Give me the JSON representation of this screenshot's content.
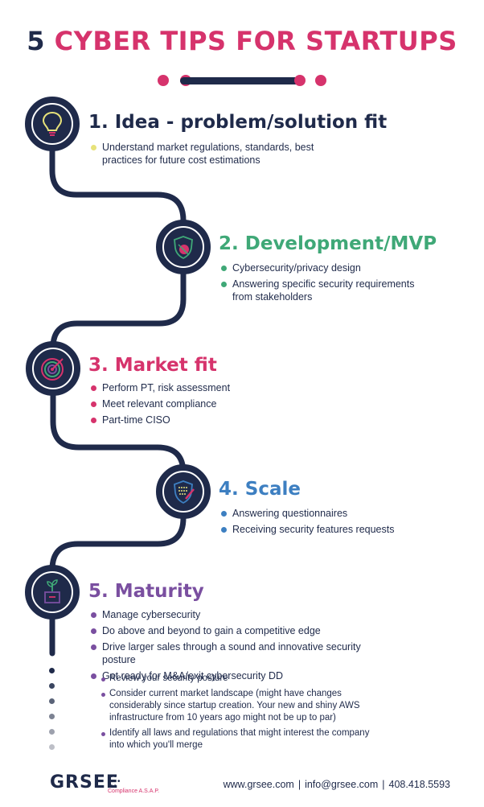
{
  "title": {
    "num": "5",
    "rest": "CYBER TIPS FOR STARTUPS"
  },
  "colors": {
    "navy": "#1f2a4a",
    "pink": "#d6336c",
    "yellow": "#e7e27a",
    "green": "#3fa877",
    "blue": "#3d7fc1",
    "purple": "#7a4fa0"
  },
  "steps": [
    {
      "heading": "1. Idea - problem/solution fit",
      "icon": "lightbulb-icon",
      "color": "#1f2a4a",
      "bullets": [
        "Understand market regulations, standards, best practices for future cost estimations"
      ]
    },
    {
      "heading": "2. Development/MVP",
      "icon": "shield-bug-icon",
      "color": "#3fa877",
      "bullets": [
        "Cybersecurity/privacy design",
        "Answering specific security requirements from stakeholders"
      ]
    },
    {
      "heading": "3. Market fit",
      "icon": "target-icon",
      "color": "#d6336c",
      "bullets": [
        "Perform PT, risk assessment",
        "Meet relevant compliance",
        "Part-time CISO"
      ]
    },
    {
      "heading": "4. Scale",
      "icon": "shield-wrench-icon",
      "color": "#3d7fc1",
      "bullets": [
        "Answering questionnaires",
        "Receiving security features requests"
      ]
    },
    {
      "heading": "5. Maturity",
      "icon": "plant-box-icon",
      "color": "#7a4fa0",
      "bullets": [
        "Manage cybersecurity",
        "Do above and beyond to gain a competitive edge",
        "Drive larger sales through a sound and innovative security posture",
        "Get ready for M&A/exit cybersecurity DD"
      ],
      "sub_bullets": [
        "Review your security posture",
        "Consider current market landscape (might have changes considerably since startup creation. Your new and shiny AWS infrastructure from 10 years ago might not be up to par)",
        "Identify all laws and regulations that might interest the company into which you'll merge"
      ]
    }
  ],
  "footer": {
    "logo": "GRSEE",
    "logo_tagline": "Compliance A.S.A.P.",
    "website": "www.grsee.com",
    "email": "info@grsee.com",
    "phone": "408.418.5593",
    "separator": "|"
  }
}
